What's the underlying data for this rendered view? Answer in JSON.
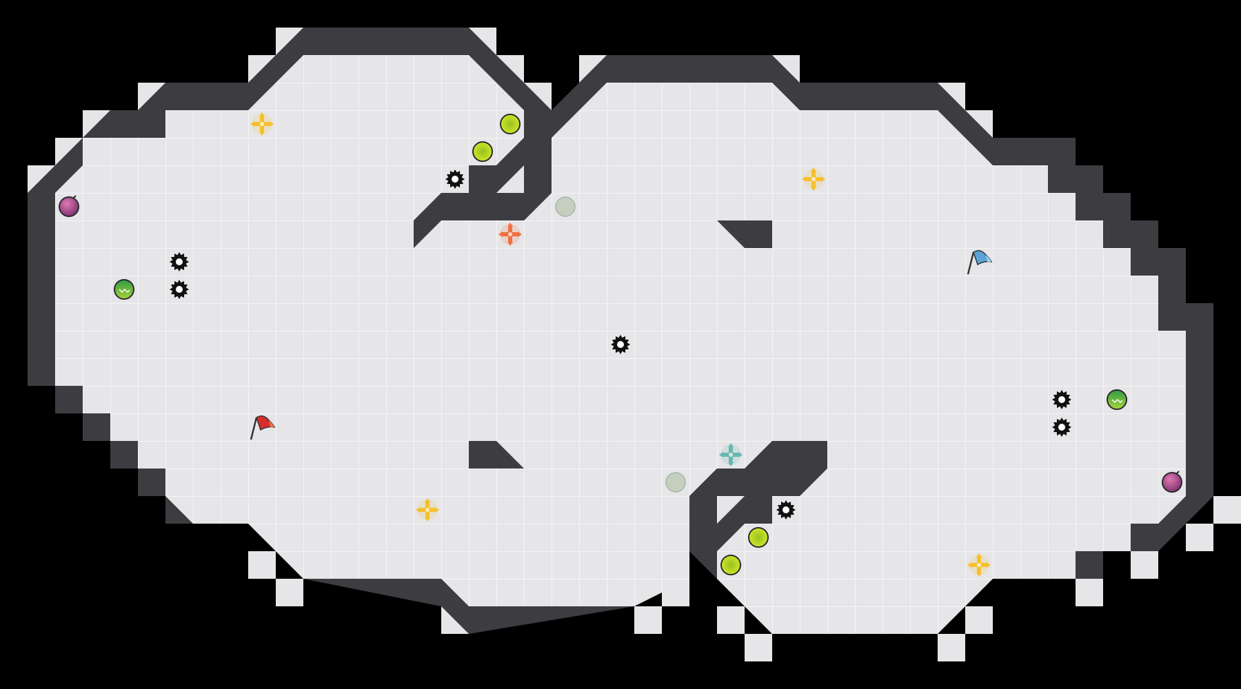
{
  "map": {
    "background": "#000000",
    "tile_color": "#e6e6e9",
    "grid_line_color": "#f4f4f6",
    "wall_color": "#3d3d41",
    "wall_edge_color": "#2a2a2e",
    "corner_color": "#e8e8ea"
  },
  "items": {
    "flags": [
      {
        "team": "red",
        "color": "#d62d2d",
        "name": "red-flag"
      },
      {
        "team": "blue",
        "color": "#5aa3d6",
        "name": "blue-flag"
      }
    ],
    "boosts": [
      {
        "kind": "neutral",
        "color": "#f5c02e"
      },
      {
        "kind": "red",
        "color": "#f07040"
      },
      {
        "kind": "blue",
        "color": "#68b8b0"
      }
    ],
    "bombs_color": "#a03a8a",
    "powerup_color": "#44b04a",
    "buttons_color": "#c8e02a",
    "spikes_color": "#111111",
    "gates_color": "#c4cfc0"
  }
}
